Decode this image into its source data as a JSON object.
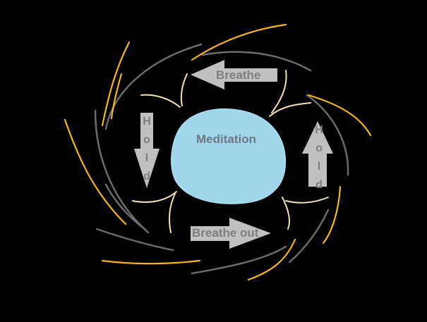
{
  "diagram": {
    "center_label": "Meditation",
    "steps": {
      "top": "Breathe",
      "left": [
        "H",
        "o",
        "l",
        "d"
      ],
      "bottom": "Breathe out",
      "right": [
        "H",
        "o",
        "l",
        "d"
      ]
    },
    "colors": {
      "background": "#000000",
      "center_fill": "#9fd6ea",
      "arrow_fill": "#c0c0c0",
      "label_text": "#7f7f7f",
      "swirl_gray": "#6b6b6b",
      "swirl_yellow": "#f3b61f",
      "rays_cream": "#f2e2b3"
    }
  }
}
